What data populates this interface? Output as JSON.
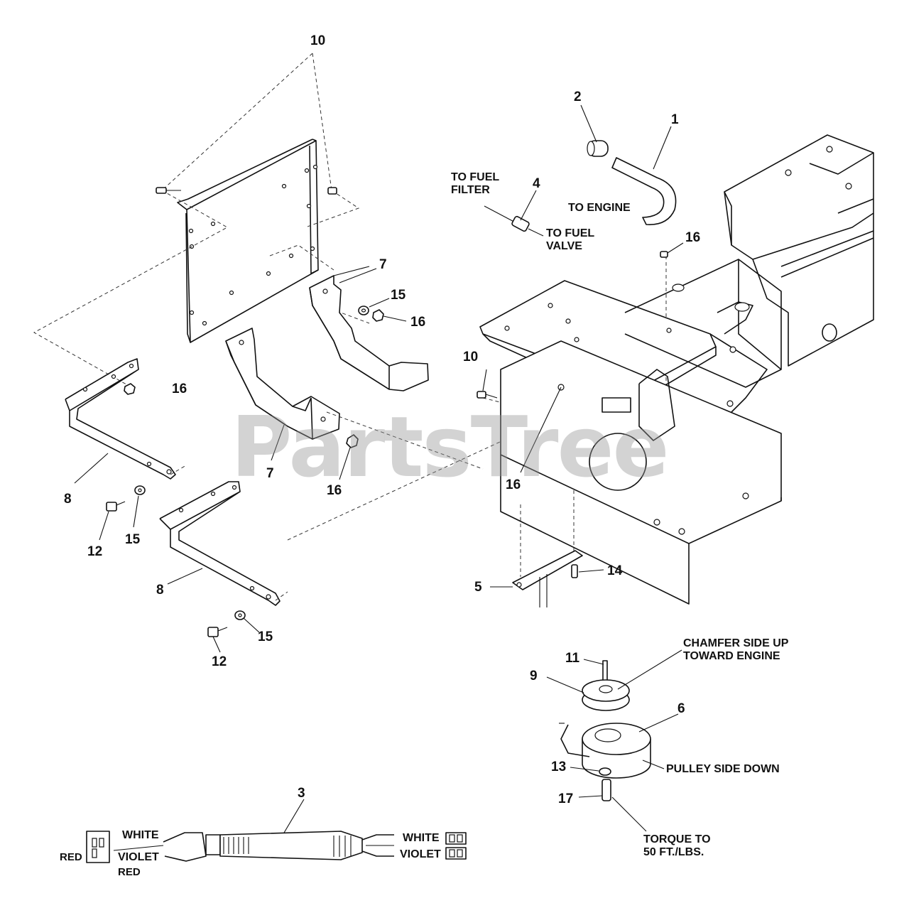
{
  "watermark": "PartsTree",
  "callouts": [
    {
      "id": "c10a",
      "text": "10"
    },
    {
      "id": "c2",
      "text": "2"
    },
    {
      "id": "c1",
      "text": "1"
    },
    {
      "id": "c4",
      "text": "4"
    },
    {
      "id": "c16a",
      "text": "16"
    },
    {
      "id": "c7a",
      "text": "7"
    },
    {
      "id": "c15a",
      "text": "15"
    },
    {
      "id": "c16b",
      "text": "16"
    },
    {
      "id": "c16c",
      "text": "16"
    },
    {
      "id": "c10b",
      "text": "10"
    },
    {
      "id": "c7b",
      "text": "7"
    },
    {
      "id": "c16d",
      "text": "16"
    },
    {
      "id": "c16e",
      "text": "16"
    },
    {
      "id": "c8a",
      "text": "8"
    },
    {
      "id": "c12a",
      "text": "12"
    },
    {
      "id": "c15b",
      "text": "15"
    },
    {
      "id": "c8b",
      "text": "8"
    },
    {
      "id": "c12b",
      "text": "12"
    },
    {
      "id": "c15c",
      "text": "15"
    },
    {
      "id": "c5",
      "text": "5"
    },
    {
      "id": "c14",
      "text": "14"
    },
    {
      "id": "c11",
      "text": "11"
    },
    {
      "id": "c9",
      "text": "9"
    },
    {
      "id": "c6",
      "text": "6"
    },
    {
      "id": "c13",
      "text": "13"
    },
    {
      "id": "c17",
      "text": "17"
    },
    {
      "id": "c3",
      "text": "3"
    }
  ],
  "notes": {
    "to_fuel_filter": [
      "TO FUEL",
      "FILTER"
    ],
    "to_fuel_valve": [
      "TO FUEL",
      "VALVE"
    ],
    "to_engine": "TO ENGINE",
    "chamfer": [
      "CHAMFER SIDE UP",
      "TOWARD ENGINE"
    ],
    "pulley_side": "PULLEY SIDE DOWN",
    "torque": [
      "TORQUE TO",
      "50 FT./LBS."
    ]
  },
  "harness": {
    "left_red": "RED",
    "left_white": "WHITE",
    "left_violet": "VIOLET",
    "left_red_below": "RED",
    "right_white": "WHITE",
    "right_violet": "VIOLET"
  }
}
